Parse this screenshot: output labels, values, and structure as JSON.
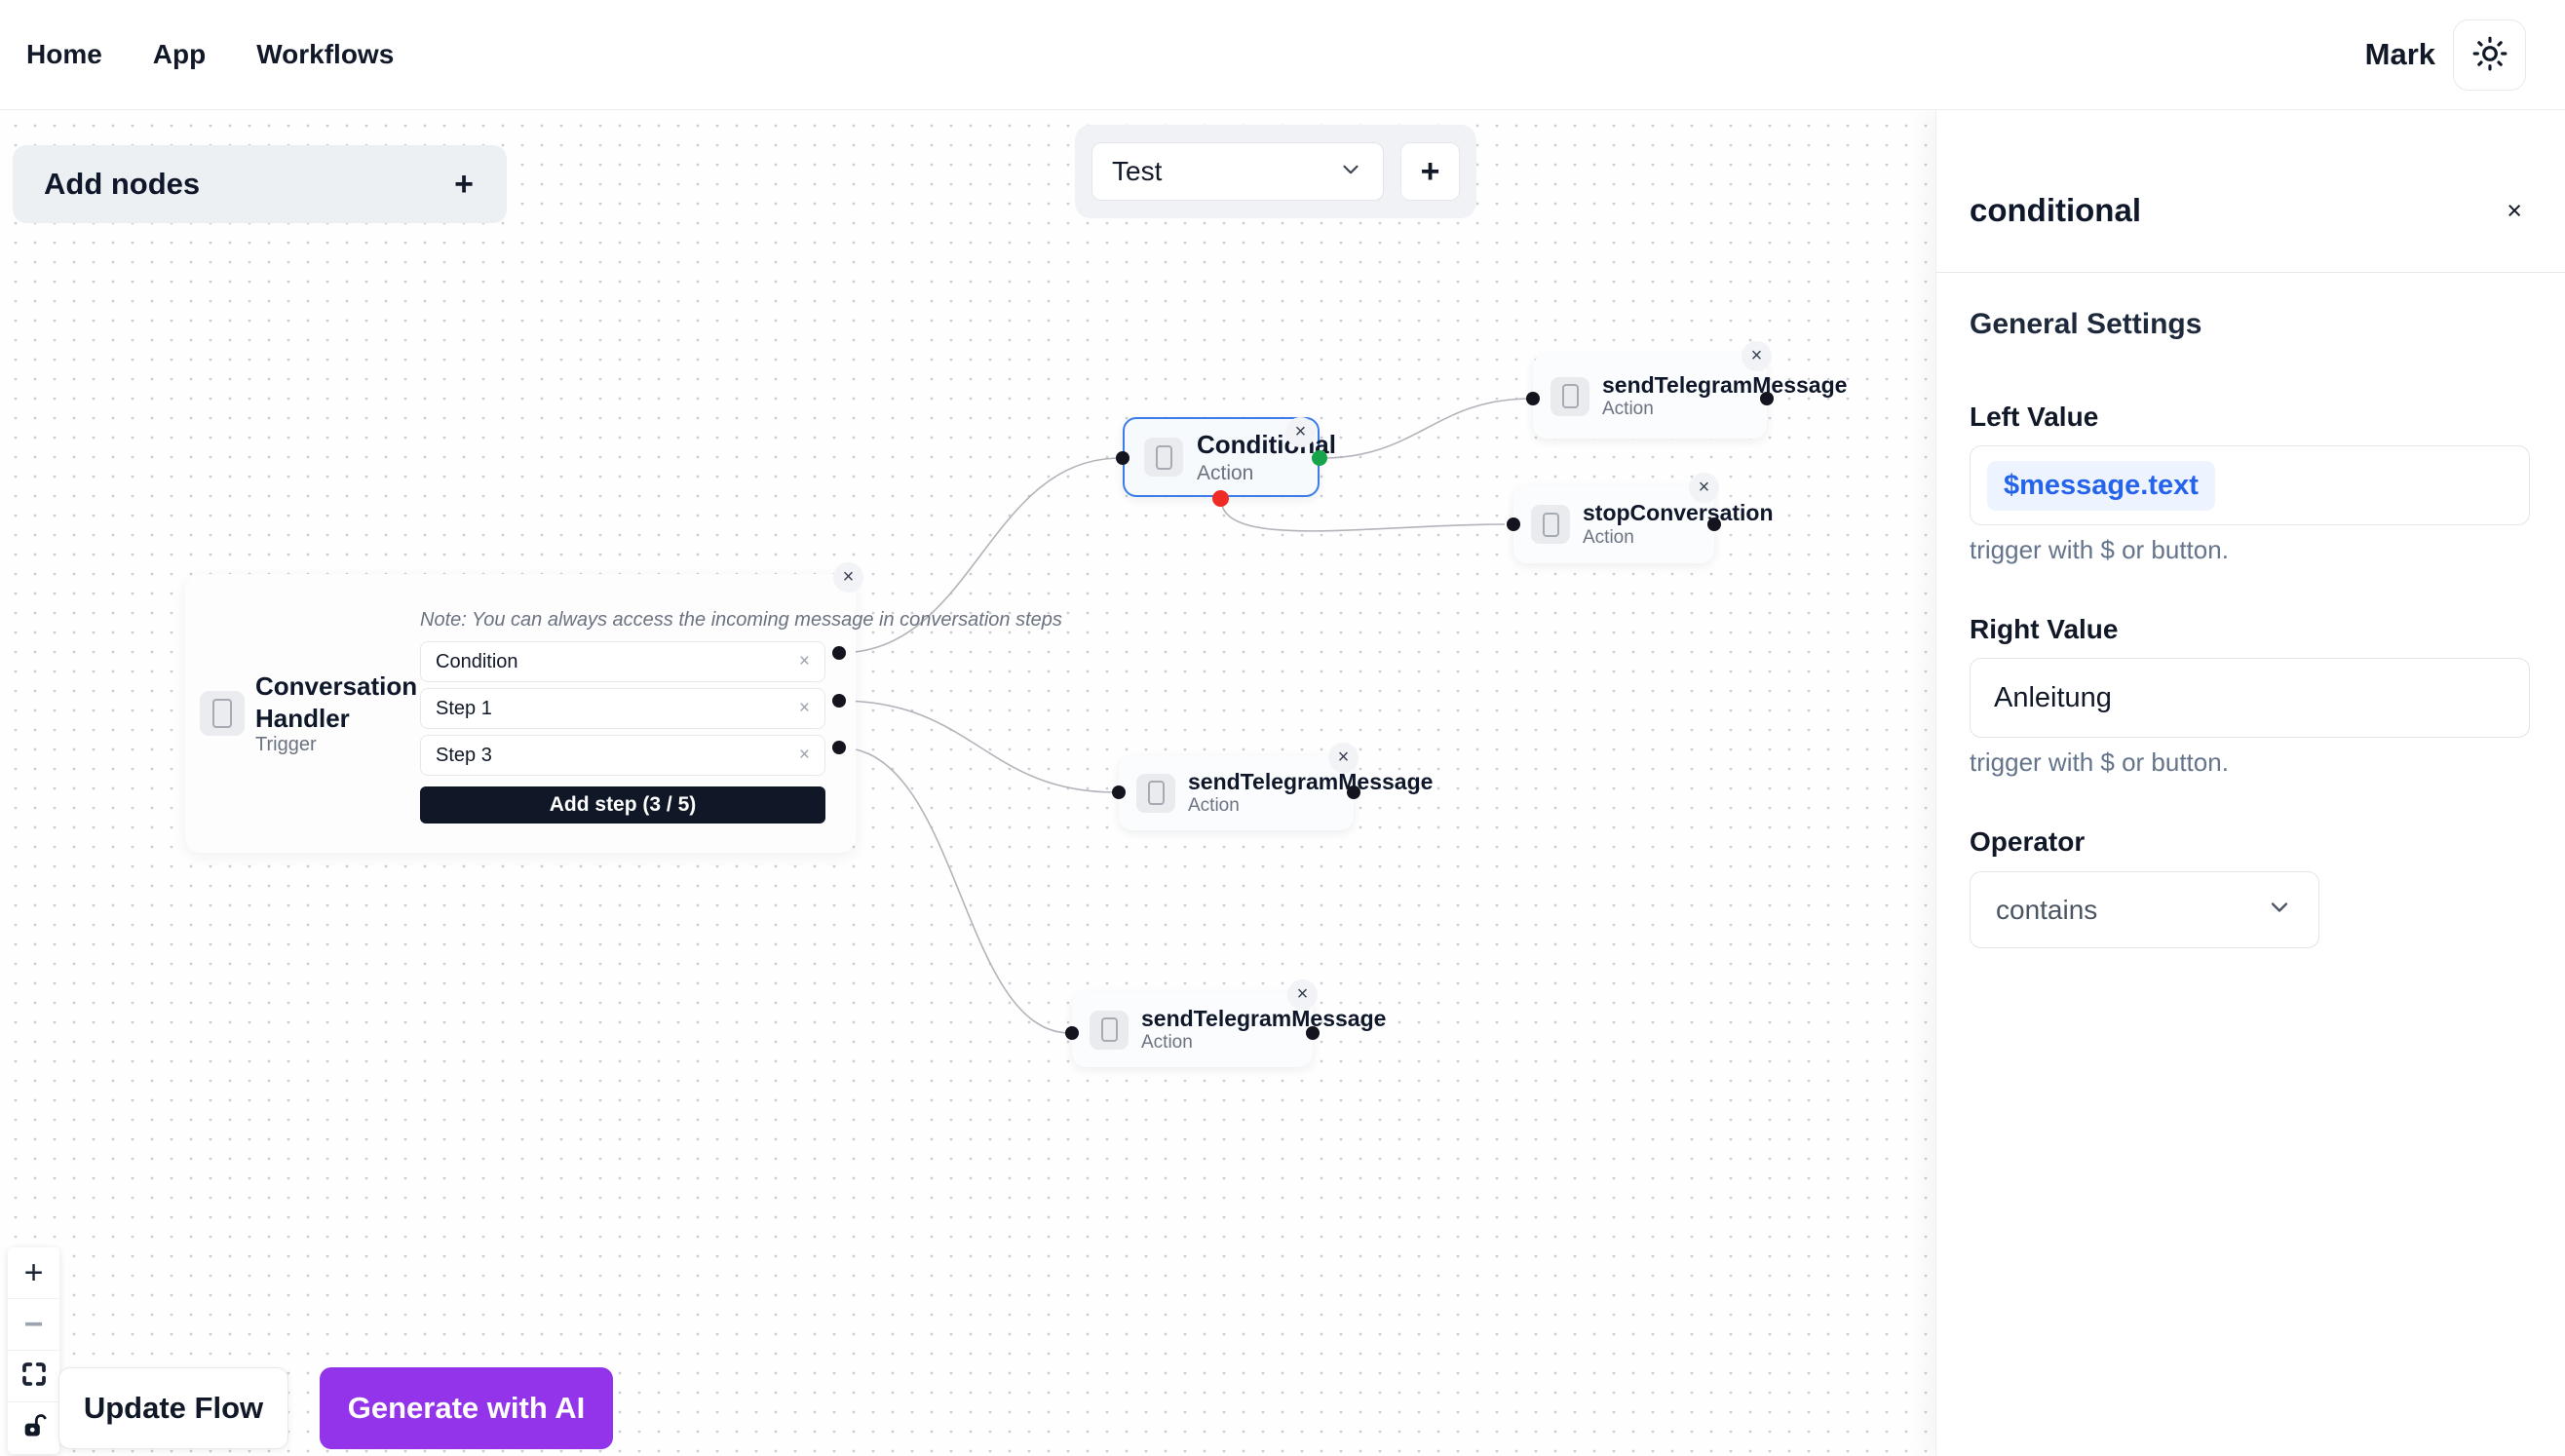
{
  "nav": {
    "items": [
      {
        "label": "Home"
      },
      {
        "label": "App"
      },
      {
        "label": "Workflows"
      }
    ],
    "user": "Mark"
  },
  "canvas": {
    "add_nodes_label": "Add nodes",
    "flow_select_value": "Test",
    "nodes": {
      "conversation_handler": {
        "title": "Conversation Handler",
        "subtitle": "Trigger",
        "note": "Note: You can always access the incoming message in conversation steps",
        "steps": [
          "Condition",
          "Step 1",
          "Step 3"
        ],
        "add_step_label": "Add step (3 / 5)"
      },
      "conditional": {
        "title": "Conditional",
        "subtitle": "Action"
      },
      "send_telegram_top": {
        "title": "sendTelegramMessage",
        "subtitle": "Action"
      },
      "stop_conversation": {
        "title": "stopConversation",
        "subtitle": "Action"
      },
      "send_telegram_mid": {
        "title": "sendTelegramMessage",
        "subtitle": "Action"
      },
      "send_telegram_bottom": {
        "title": "sendTelegramMessage",
        "subtitle": "Action"
      }
    },
    "footer": {
      "update_label": "Update Flow",
      "generate_label": "Generate with AI"
    }
  },
  "sidebar": {
    "title": "conditional",
    "section": "General Settings",
    "left_value": {
      "label": "Left Value",
      "value": "$message.text",
      "helper": "trigger with $ or button."
    },
    "right_value": {
      "label": "Right Value",
      "value": "Anleitung",
      "helper": "trigger with $ or button."
    },
    "operator": {
      "label": "Operator",
      "value": "contains"
    }
  },
  "icons": {
    "close": "×",
    "plus": "+",
    "minus": "−"
  },
  "colors": {
    "selection_blue": "#3B7CE8",
    "chip_text_blue": "#2563EB",
    "chip_bg_blue": "#EEF4FF",
    "generate_purple": "#9333EA",
    "dark_button": "#101726",
    "handle_green": "#16A34A",
    "handle_red": "#EE2B24",
    "edge_gray": "#B1B4BA"
  }
}
